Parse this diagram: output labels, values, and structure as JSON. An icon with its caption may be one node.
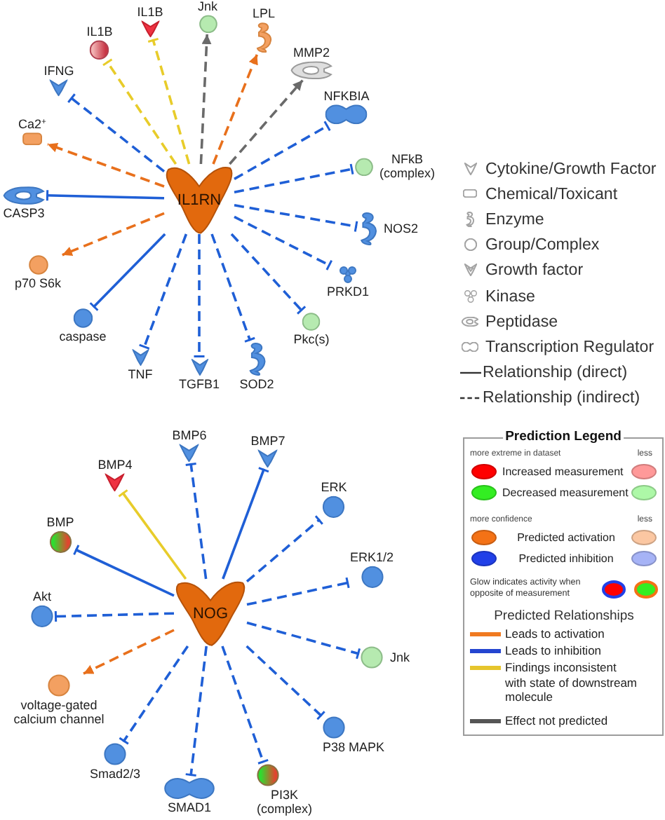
{
  "diagram": {
    "nodes": [
      {
        "text": [
          "IL1RN"
        ]
      },
      {
        "text": [
          "IL1B"
        ]
      },
      {
        "text": [
          "Jnk"
        ]
      },
      {
        "text": [
          "LPL"
        ]
      },
      {
        "text": [
          "IL1B"
        ]
      },
      {
        "text": [
          "MMP2"
        ]
      },
      {
        "text": [
          "IFNG"
        ]
      },
      {
        "text": [
          "NFKBIA"
        ]
      },
      {
        "text": [
          "Ca2$^{+}$"
        ]
      },
      {
        "text": [
          "NFkB (complex)"
        ]
      },
      {
        "text": [
          "CASP3"
        ]
      },
      {
        "text": [
          "NOS2"
        ]
      },
      {
        "text": [
          "p70 S6k"
        ]
      },
      {
        "text": [
          "PRKD1"
        ]
      },
      {
        "text": [
          "caspase"
        ]
      },
      {
        "text": [
          "Pkc(s)"
        ]
      },
      {
        "text": [
          "TNF"
        ]
      },
      {
        "text": [
          "TGFB1"
        ]
      },
      {
        "text": [
          "SOD2"
        ]
      },
      {
        "text": [
          "NOG"
        ]
      },
      {
        "text": [
          "BMP6"
        ]
      },
      {
        "text": [
          "BMP7"
        ]
      },
      {
        "text": [
          "BMP4"
        ]
      },
      {
        "text": [
          "ERK"
        ]
      },
      {
        "text": [
          "BMP"
        ]
      },
      {
        "text": [
          "ERK1/2"
        ]
      },
      {
        "text": [
          "Akt"
        ]
      },
      {
        "text": [
          "Jnk"
        ]
      },
      {
        "text": [
          "voltage-gated calcium channel"
        ]
      },
      {
        "text": [
          "P38 MAPK"
        ]
      },
      {
        "text": [
          "Smad2/3"
        ]
      },
      {
        "text": [
          "PI3K (complex)"
        ]
      },
      {
        "text": [
          "SMAD1"
        ]
      }
    ],
    "edges": [
      {
        "from": 0,
        "to": 1,
        "arrow": "other",
        "style": "dashed",
        "color": "#e8cc2a"
      },
      {
        "from": 0,
        "to": 2,
        "arrow": "to",
        "style": "dashed",
        "color": "#6a6a6a"
      },
      {
        "from": 0,
        "to": 3,
        "arrow": "to",
        "style": "dashed",
        "color": "#e8701c"
      },
      {
        "from": 0,
        "to": 4,
        "arrow": "other",
        "style": "dashed",
        "color": "#e8cc2a"
      },
      {
        "from": 0,
        "to": 5,
        "arrow": "to",
        "style": "dashed",
        "color": "#6a6a6a"
      },
      {
        "from": 0,
        "to": 6,
        "arrow": "other",
        "style": "dashed"
      },
      {
        "from": 0,
        "to": 7,
        "arrow": "other",
        "style": "dashed"
      },
      {
        "from": 0,
        "to": 8,
        "arrow": "to",
        "style": "dashed",
        "color": "#e8701c"
      },
      {
        "from": 0,
        "to": 9,
        "arrow": "other",
        "style": "dashed"
      },
      {
        "from": 0,
        "to": 10,
        "arrow": "other"
      },
      {
        "from": 0,
        "to": 11,
        "arrow": "other",
        "style": "dashed"
      },
      {
        "from": 0,
        "to": 12,
        "arrow": "to",
        "style": "dashed",
        "color": "#e8701c"
      },
      {
        "from": 0,
        "to": 13,
        "arrow": "other",
        "style": "dashed"
      },
      {
        "from": 0,
        "to": 14,
        "arrow": "other"
      },
      {
        "from": 0,
        "to": 15,
        "arrow": "other",
        "style": "dashed"
      },
      {
        "from": 0,
        "to": 16,
        "arrow": "other",
        "style": "dashed"
      },
      {
        "from": 0,
        "to": 17,
        "arrow": "other",
        "style": "dashed"
      },
      {
        "from": 0,
        "to": 18,
        "arrow": "other",
        "style": "dashed"
      },
      {
        "from": 19,
        "to": 20,
        "arrow": "other",
        "style": "dashed"
      },
      {
        "from": 19,
        "to": 21,
        "arrow": "other"
      },
      {
        "from": 19,
        "to": 22,
        "arrow": "other",
        "color": "#e8cc2a"
      },
      {
        "from": 19,
        "to": 23,
        "arrow": "other",
        "style": "dashed"
      },
      {
        "from": 19,
        "to": 24,
        "arrow": "other"
      },
      {
        "from": 19,
        "to": 25,
        "arrow": "other",
        "style": "dashed"
      },
      {
        "from": 19,
        "to": 26,
        "arrow": "other",
        "style": "dashed"
      },
      {
        "from": 19,
        "to": 27,
        "arrow": "other",
        "style": "dashed"
      },
      {
        "from": 19,
        "to": 28,
        "arrow": "to",
        "style": "dashed",
        "color": "#e8701c"
      },
      {
        "from": 19,
        "to": 29,
        "arrow": "other",
        "style": "dashed"
      },
      {
        "from": 19,
        "to": 30,
        "arrow": "other",
        "style": "dashed"
      },
      {
        "from": 19,
        "to": 31,
        "arrow": "other",
        "style": "dashed"
      },
      {
        "from": 19,
        "to": 32,
        "arrow": "other",
        "style": "dashed"
      }
    ],
    "labels": [
      "Prediction Legend",
      "more extreme in dataset",
      "less",
      "more confidence",
      "less",
      "Predicted Relationships"
    ],
    "legend": [
      {
        "text": "Cytokine/Growth Factor"
      },
      {
        "text": "Chemical/Toxicant"
      },
      {
        "text": "Enzyme"
      },
      {
        "text": "Group/Complex"
      },
      {
        "text": "Growth factor"
      },
      {
        "text": "Kinase"
      },
      {
        "text": "Peptidase"
      },
      {
        "text": "Transcription Regulator"
      },
      {
        "text": "Relationship (direct)"
      },
      {
        "text": "Relationship (indirect)"
      },
      {
        "text": "Increased measurement",
        "color": "#ff0000"
      },
      {
        "text": "Decreased measurement",
        "color": "#33ee22"
      },
      {
        "text": "Predicted activation",
        "color": "#f47216"
      },
      {
        "text": "Predicted inhibition",
        "color": "#2140e8"
      },
      {
        "text": "Glow indicates activity when opposite of measurement"
      },
      {
        "text": "Leads to activation",
        "color": "#f07a20"
      },
      {
        "text": "Leads to inhibition",
        "color": "#2445d0"
      },
      {
        "text": "Findings inconsistent with state of downstream molecule",
        "color": "#e6c52c"
      },
      {
        "text": "Effect not predicted",
        "color": "#555555"
      }
    ]
  }
}
